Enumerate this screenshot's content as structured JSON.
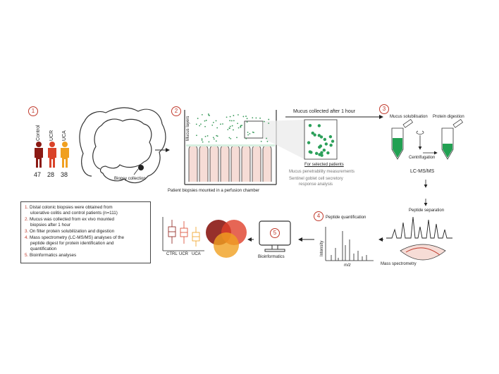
{
  "steps": [
    "1",
    "2",
    "3",
    "4",
    "5"
  ],
  "step1": {
    "groups": [
      {
        "label": "Control",
        "count": "47",
        "color": "#8b1a14"
      },
      {
        "label": "UCR",
        "count": "28",
        "color": "#d9432a"
      },
      {
        "label": "UCA",
        "count": "38",
        "color": "#f0a020"
      }
    ],
    "biopsy_label": "Biopsy collection"
  },
  "step2": {
    "mucus_layers_label": "Mucus layers",
    "caption": "Patient biopsies mounted in a perfusion chamber"
  },
  "arrow_label": "Mucus collected after 1 hour",
  "selected": {
    "heading": "For selected patients",
    "line1": "Mucus penetrability measurements",
    "line2": "Sentinel goblet cell secretory",
    "line3": "response analysis"
  },
  "step3": {
    "solubilisation": "Mucus solubilisation",
    "digestion": "Protein digestion",
    "centrifugation": "Centrifugation",
    "lcms": "LC-MS/MS",
    "peptide_separation": "Peptide separation",
    "mass_spec": "Mass spectrometry"
  },
  "step4": {
    "title": "Peptide quantification",
    "ylabel": "Intensity",
    "xlabel": "m/z"
  },
  "step5": {
    "label": "Bioinformatics"
  },
  "boxplot": {
    "categories": [
      "CTRL",
      "UCR",
      "UCA"
    ]
  },
  "legend": [
    {
      "num": "1.",
      "text": "Distal colonic biopsies were obtained from"
    },
    {
      "num": "",
      "text": "ulcerative colitis and control patients (n=111)"
    },
    {
      "num": "2.",
      "text": "Mucus was collected from ex vivo mounted"
    },
    {
      "num": "",
      "text": "biopsies after 1 hour"
    },
    {
      "num": "3.",
      "text": "On filter protein solubilization and digestion"
    },
    {
      "num": "4.",
      "text": "Mass spectrometry (LC-MS/MS) analyses of the"
    },
    {
      "num": "",
      "text": "peptide digest for protein identification and"
    },
    {
      "num": "",
      "text": "quantification"
    },
    {
      "num": "5.",
      "text": "Bioinformatics analyses"
    }
  ]
}
